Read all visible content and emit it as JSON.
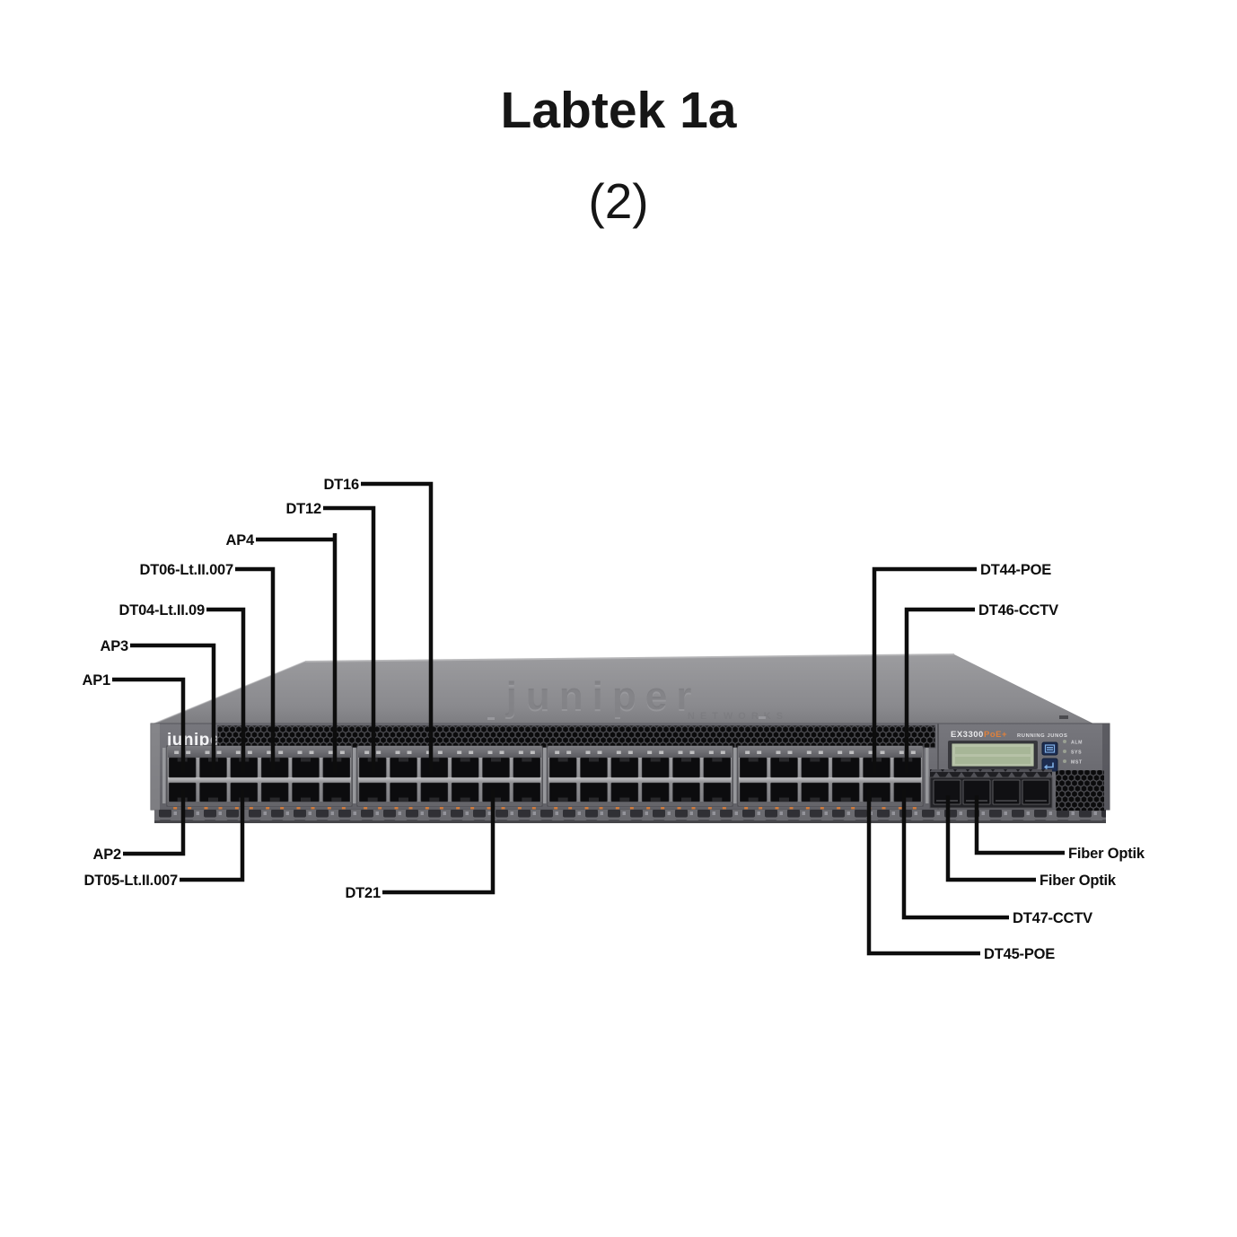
{
  "title": "Labtek 1a",
  "subtitle": "(2)",
  "device": {
    "brand": "juniper",
    "brand_sub": "NETWORKS",
    "top_emboss": "juniper",
    "top_emboss_sub": "NETWORKS",
    "model": "EX3300",
    "model_variant": "PoE+",
    "firmware_text": "RUNNING JUNOS",
    "led_labels": [
      "ALM",
      "SYS",
      "MST"
    ]
  },
  "colors": {
    "accent_orange": "#e0813c",
    "lcd_green": "#b6c2a7",
    "leader_line": "#0d0d0d",
    "chassis_gray": "#8e8e92",
    "panel_gray": "#6e6e74"
  },
  "callouts": [
    {
      "id": "dt16",
      "label": "DT16"
    },
    {
      "id": "dt12",
      "label": "DT12"
    },
    {
      "id": "ap4",
      "label": "AP4"
    },
    {
      "id": "dt06",
      "label": "DT06-Lt.II.007"
    },
    {
      "id": "dt04",
      "label": "DT04-Lt.II.09"
    },
    {
      "id": "ap3",
      "label": "AP3"
    },
    {
      "id": "ap1",
      "label": "AP1"
    },
    {
      "id": "ap2",
      "label": "AP2"
    },
    {
      "id": "dt05",
      "label": "DT05-Lt.II.007"
    },
    {
      "id": "dt21",
      "label": "DT21"
    },
    {
      "id": "dt44",
      "label": "DT44-POE"
    },
    {
      "id": "dt46",
      "label": "DT46-CCTV"
    },
    {
      "id": "fiber1",
      "label": "Fiber Optik"
    },
    {
      "id": "fiber2",
      "label": "Fiber Optik"
    },
    {
      "id": "dt47",
      "label": "DT47-CCTV"
    },
    {
      "id": "dt45",
      "label": "DT45-POE"
    }
  ]
}
